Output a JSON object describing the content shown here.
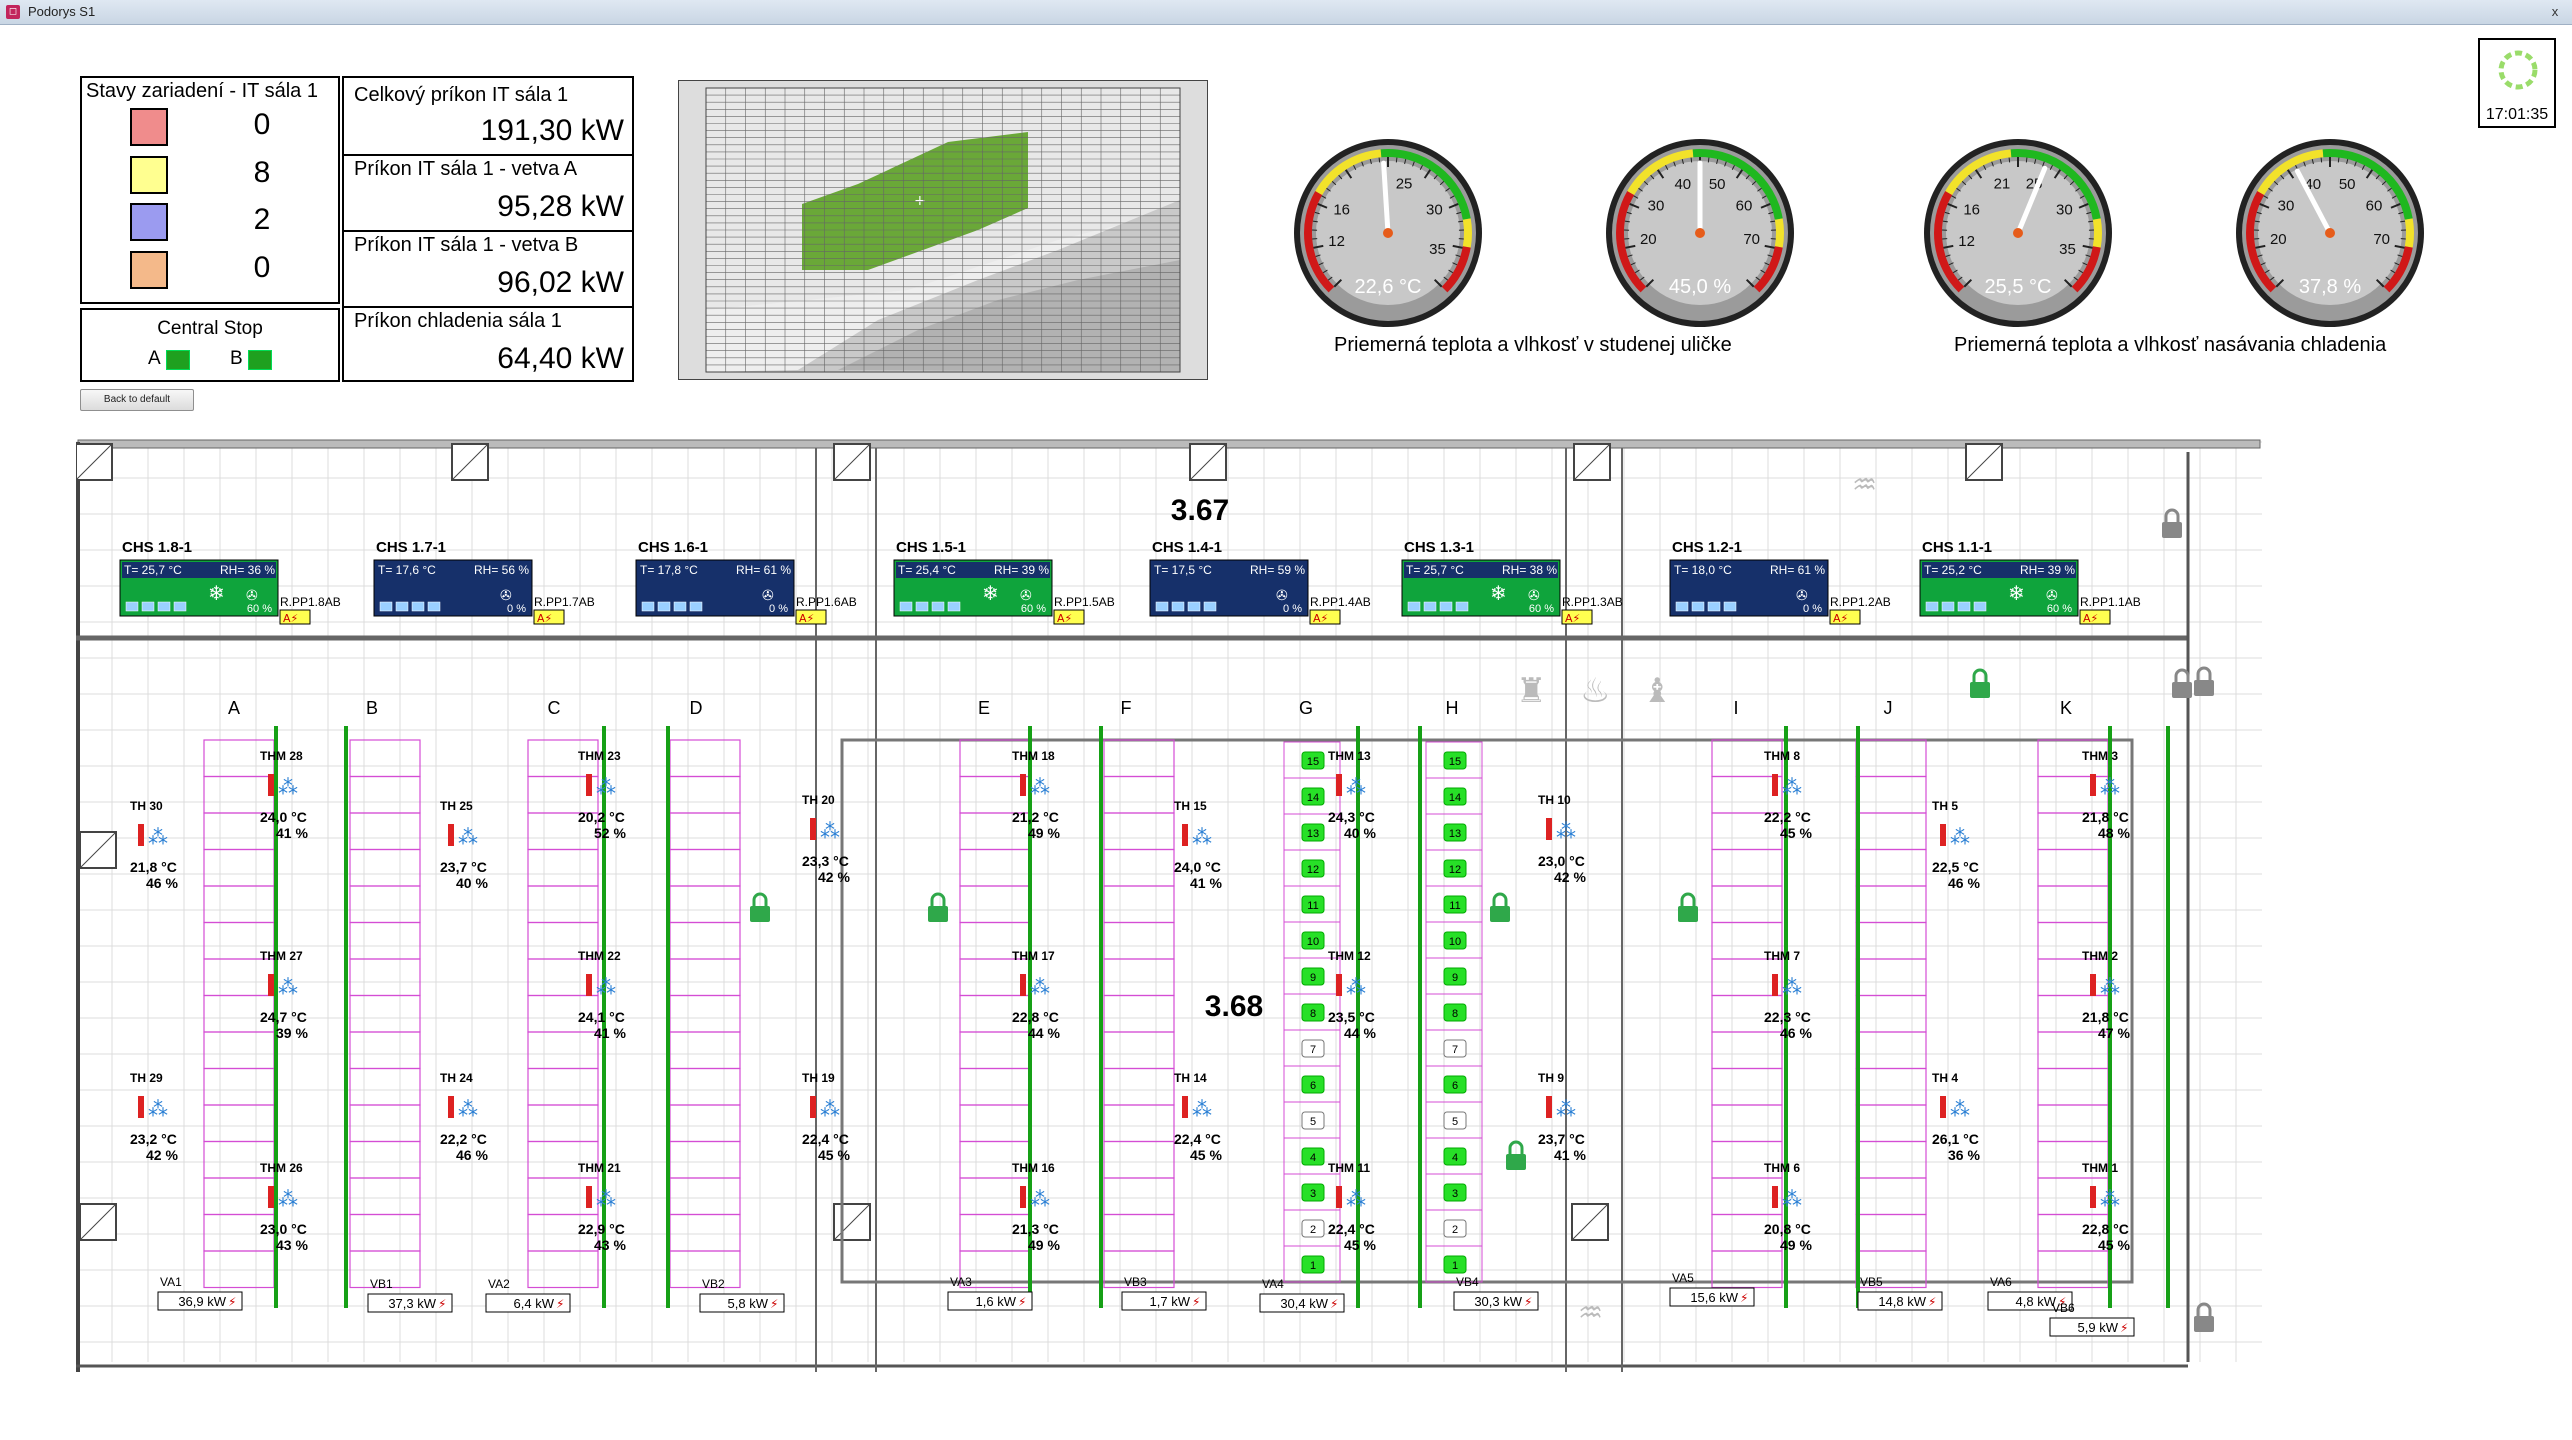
{
  "window": {
    "title": "Podorys S1",
    "close": "x"
  },
  "status": {
    "title": "Stavy zariadení - IT sála 1",
    "items": [
      {
        "color": "#f08c8c",
        "count": "0"
      },
      {
        "color": "#ffff90",
        "count": "8"
      },
      {
        "color": "#9b9bf0",
        "count": "2"
      },
      {
        "color": "#f4b98a",
        "count": "0"
      }
    ]
  },
  "power": {
    "items": [
      {
        "label": "Celkový príkon IT sála 1",
        "value": "191,30 kW"
      },
      {
        "label": "Príkon IT sála 1 - vetva A",
        "value": "95,28 kW"
      },
      {
        "label": "Príkon IT sála 1 - vetva B",
        "value": "96,02 kW"
      },
      {
        "label": "Príkon chladenia sála 1",
        "value": "64,40 kW"
      }
    ]
  },
  "central_stop": {
    "label": "Central Stop",
    "a": "A",
    "b": "B"
  },
  "back_button": "Back to default",
  "clock": {
    "time": "17:01:35"
  },
  "gauges": [
    {
      "value": "22,6 °C",
      "min": "12",
      "max": "35",
      "ticks": [
        "16",
        "25",
        "30"
      ],
      "level": 22.6,
      "range": [
        8,
        38
      ]
    },
    {
      "value": "45,0 %",
      "min": "20",
      "max": "70",
      "ticks": [
        "30",
        "40",
        "50",
        "60"
      ],
      "level": 45.0,
      "range": [
        10,
        80
      ]
    },
    {
      "value": "25,5 °C",
      "min": "12",
      "max": "35",
      "ticks": [
        "16",
        "21",
        "25",
        "30"
      ],
      "level": 25.5,
      "range": [
        8,
        38
      ]
    },
    {
      "value": "37,8 %",
      "min": "20",
      "max": "70",
      "ticks": [
        "30",
        "40",
        "50",
        "60"
      ],
      "level": 37.8,
      "range": [
        10,
        80
      ]
    }
  ],
  "gauge_captions": [
    "Priemerná teplota a vlhkosť v studenej uličke",
    "Priemerná teplota a vlhkosť nasávania chladenia"
  ],
  "room_labels": [
    "3.67",
    "3.68"
  ],
  "chs_units": [
    {
      "name": "CHS 1.8-1",
      "t": "T= 25,7 °C",
      "rh": "RH= 36 %",
      "pct": "60 %",
      "pp": "R.PP1.8AB",
      "active": true
    },
    {
      "name": "CHS 1.7-1",
      "t": "T= 17,6 °C",
      "rh": "RH= 56 %",
      "pct": "0 %",
      "pp": "R.PP1.7AB",
      "active": false
    },
    {
      "name": "CHS 1.6-1",
      "t": "T= 17,8 °C",
      "rh": "RH= 61 %",
      "pct": "0 %",
      "pp": "R.PP1.6AB",
      "active": false
    },
    {
      "name": "CHS 1.5-1",
      "t": "T= 25,4 °C",
      "rh": "RH= 39 %",
      "pct": "60 %",
      "pp": "R.PP1.5AB",
      "active": true
    },
    {
      "name": "CHS 1.4-1",
      "t": "T= 17,5 °C",
      "rh": "RH= 59 %",
      "pct": "0 %",
      "pp": "R.PP1.4AB",
      "active": false
    },
    {
      "name": "CHS 1.3-1",
      "t": "T= 25,7 °C",
      "rh": "RH= 38 %",
      "pct": "60 %",
      "pp": "R.PP1.3AB",
      "active": true
    },
    {
      "name": "CHS 1.2-1",
      "t": "T= 18,0 °C",
      "rh": "RH= 61 %",
      "pct": "0 %",
      "pp": "R.PP1.2AB",
      "active": false
    },
    {
      "name": "CHS 1.1-1",
      "t": "T= 25,2 °C",
      "rh": "RH= 39 %",
      "pct": "60 %",
      "pp": "R.PP1.1AB",
      "active": true
    }
  ],
  "rows": [
    "A",
    "B",
    "C",
    "D",
    "E",
    "F",
    "G",
    "H",
    "I",
    "J",
    "K"
  ],
  "sensors": [
    {
      "name": "TH 30",
      "t": "21,8 °C",
      "h": "46 %"
    },
    {
      "name": "TH 29",
      "t": "23,2 °C",
      "h": "42 %"
    },
    {
      "name": "THM 28",
      "t": "24,0 °C",
      "h": "41 %"
    },
    {
      "name": "THM 27",
      "t": "24,7 °C",
      "h": "39 %"
    },
    {
      "name": "THM 26",
      "t": "23,0 °C",
      "h": "43 %"
    },
    {
      "name": "TH 25",
      "t": "23,7 °C",
      "h": "40 %"
    },
    {
      "name": "TH 24",
      "t": "22,2 °C",
      "h": "46 %"
    },
    {
      "name": "THM 23",
      "t": "20,2 °C",
      "h": "52 %"
    },
    {
      "name": "THM 22",
      "t": "24,1 °C",
      "h": "41 %"
    },
    {
      "name": "THM 21",
      "t": "22,9 °C",
      "h": "43 %"
    },
    {
      "name": "TH 20",
      "t": "23,3 °C",
      "h": "42 %"
    },
    {
      "name": "TH 19",
      "t": "22,4 °C",
      "h": "45 %"
    },
    {
      "name": "THM 18",
      "t": "21,2 °C",
      "h": "49 %"
    },
    {
      "name": "THM 17",
      "t": "22,8 °C",
      "h": "44 %"
    },
    {
      "name": "THM 16",
      "t": "21,3 °C",
      "h": "49 %"
    },
    {
      "name": "TH 15",
      "t": "24,0 °C",
      "h": "41 %"
    },
    {
      "name": "TH 14",
      "t": "22,4 °C",
      "h": "45 %"
    },
    {
      "name": "THM 13",
      "t": "24,3 °C",
      "h": "40 %"
    },
    {
      "name": "THM 12",
      "t": "23,5 °C",
      "h": "44 %"
    },
    {
      "name": "THM 11",
      "t": "22,4 °C",
      "h": "45 %"
    },
    {
      "name": "TH 10",
      "t": "23,0 °C",
      "h": "42 %"
    },
    {
      "name": "TH 9",
      "t": "23,7 °C",
      "h": "41 %"
    },
    {
      "name": "THM 8",
      "t": "22,2 °C",
      "h": "45 %"
    },
    {
      "name": "THM 7",
      "t": "22,3 °C",
      "h": "46 %"
    },
    {
      "name": "THM 6",
      "t": "20,8 °C",
      "h": "49 %"
    },
    {
      "name": "TH 5",
      "t": "22,5 °C",
      "h": "46 %"
    },
    {
      "name": "TH 4",
      "t": "26,1 °C",
      "h": "36 %"
    },
    {
      "name": "THM 3",
      "t": "21,8 °C",
      "h": "48 %"
    },
    {
      "name": "THM 2",
      "t": "21,8 °C",
      "h": "47 %"
    },
    {
      "name": "THM 1",
      "t": "22,8 °C",
      "h": "45 %"
    }
  ],
  "va_units": [
    {
      "name": "VA1",
      "kw": "36,9 kW"
    },
    {
      "name": "VB1",
      "kw": "37,3 kW"
    },
    {
      "name": "VA2",
      "kw": "6,4 kW"
    },
    {
      "name": "VB2",
      "kw": "5,8 kW"
    },
    {
      "name": "VA3",
      "kw": "1,6 kW"
    },
    {
      "name": "VB3",
      "kw": "1,7 kW"
    },
    {
      "name": "VA4",
      "kw": "30,4 kW"
    },
    {
      "name": "VB4",
      "kw": "30,3 kW"
    },
    {
      "name": "VA5",
      "kw": "15,6 kW"
    },
    {
      "name": "VB5",
      "kw": "14,8 kW"
    },
    {
      "name": "VA6",
      "kw": "4,8 kW"
    },
    {
      "name": "VB6",
      "kw": "5,9 kW"
    }
  ],
  "racks_g": [
    "15",
    "14",
    "13",
    "12",
    "11",
    "10",
    "9",
    "8",
    "7",
    "6",
    "5",
    "4",
    "3",
    "2",
    "1"
  ],
  "colors": {
    "green": "#16a016",
    "navy": "#16306a",
    "magenta": "#d44dd4",
    "lock": "#2fa84a",
    "chs_green": "#0fa43c"
  }
}
